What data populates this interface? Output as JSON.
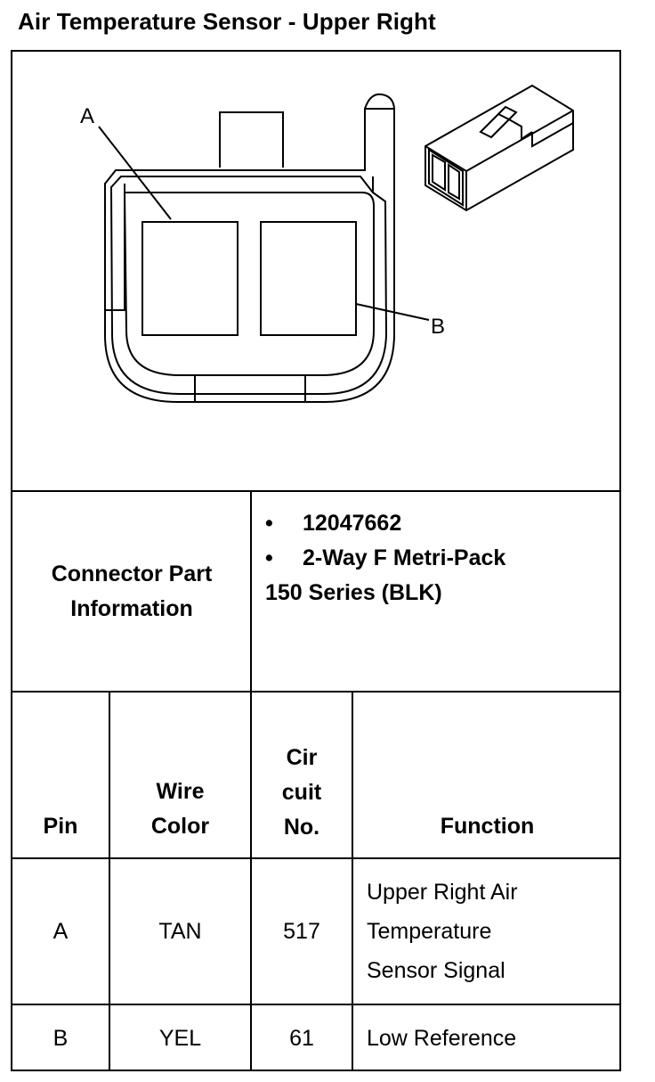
{
  "page": {
    "title": "Air Temperature Sensor - Upper Right"
  },
  "diagram": {
    "callouts": {
      "a": "A",
      "b": "B"
    }
  },
  "connector_info": {
    "label_line1": "Connector Part",
    "label_line2": "Information",
    "part_number": "12047662",
    "description_line1": "2-Way F Metri-Pack",
    "description_line2": "150 Series (BLK)",
    "bullet": "•"
  },
  "table": {
    "headers": {
      "pin": "Pin",
      "wire_color_line1": "Wire",
      "wire_color_line2": "Color",
      "circuit_line1": "Cir",
      "circuit_line2": "cuit",
      "circuit_line3": "No.",
      "function": "Function"
    },
    "rows": [
      {
        "pin": "A",
        "wire_color": "TAN",
        "circuit": "517",
        "function_line1": "Upper Right Air",
        "function_line2": "Temperature",
        "function_line3": "Sensor Signal"
      },
      {
        "pin": "B",
        "wire_color": "YEL",
        "circuit": "61",
        "function_line1": "Low Reference"
      }
    ]
  }
}
